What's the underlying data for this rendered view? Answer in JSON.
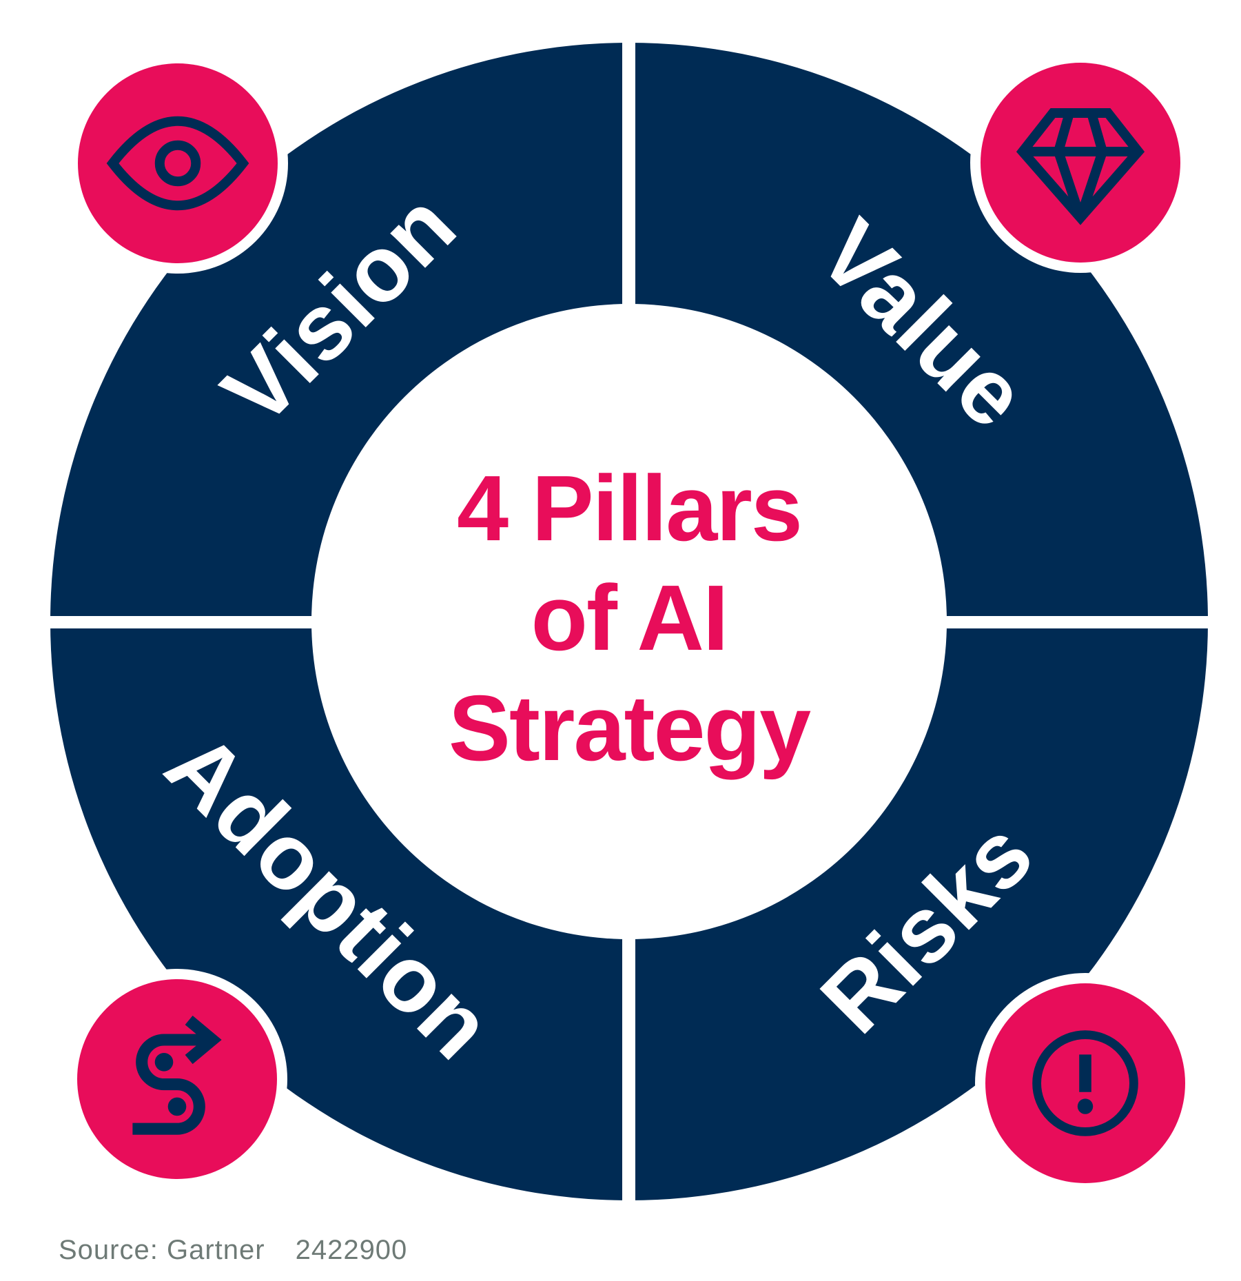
{
  "diagram": {
    "type": "donut-quadrant",
    "center_title": {
      "line1": "4 Pillars",
      "line2": "of AI",
      "line3": "Strategy"
    },
    "quadrants": [
      {
        "label": "Vision",
        "icon": "eye-icon",
        "position": "top-left"
      },
      {
        "label": "Value",
        "icon": "diamond-icon",
        "position": "top-right"
      },
      {
        "label": "Adoption",
        "icon": "winding-path-arrow-icon",
        "position": "bottom-left"
      },
      {
        "label": "Risks",
        "icon": "exclamation-circle-icon",
        "position": "bottom-right"
      }
    ]
  },
  "footer": {
    "source_label": "Source: Gartner",
    "document_id": "2422900"
  },
  "colors": {
    "navy": "#002B54",
    "pink": "#E80D5A",
    "background": "#FFFFFF",
    "footer_text": "#6E7A76"
  }
}
